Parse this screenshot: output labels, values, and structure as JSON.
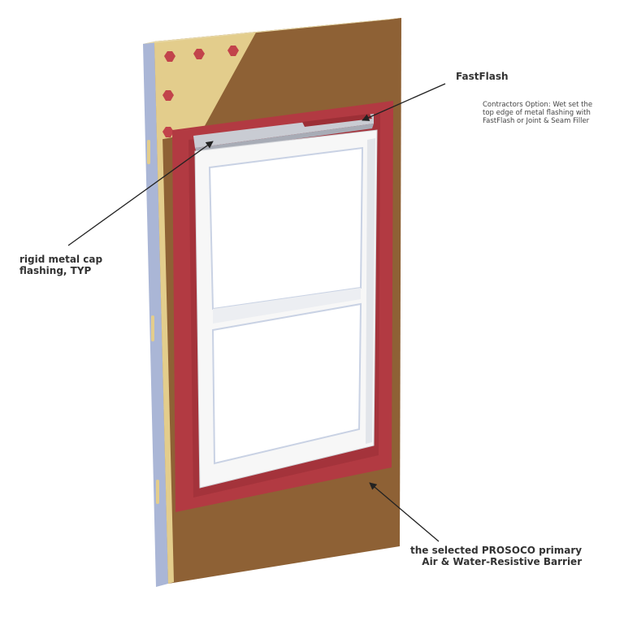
{
  "labels": {
    "fastflash": "FastFlash",
    "contractor_note": {
      "line1": "Contractors Option:  Wet set the",
      "line2": "top edge of metal flashing with",
      "line3": "FastFlash or Joint & Seam Filler"
    },
    "cap_flashing": {
      "line1": "rigid metal cap",
      "line2": "flashing, TYP"
    },
    "barrier": {
      "line1": "the selected PROSOCO primary",
      "line2": "Air & Water-Resistive Barrier"
    }
  },
  "colors": {
    "barrier_brown": "#8e6135",
    "sheathing_tan": "#e3cd8c",
    "flashing_red": "#b23a42",
    "edge_blue": "#aab6d6",
    "frame_white": "#f7f7f7",
    "metal_gray": "#c9ccd3",
    "fastener_red": "#c2434b"
  }
}
